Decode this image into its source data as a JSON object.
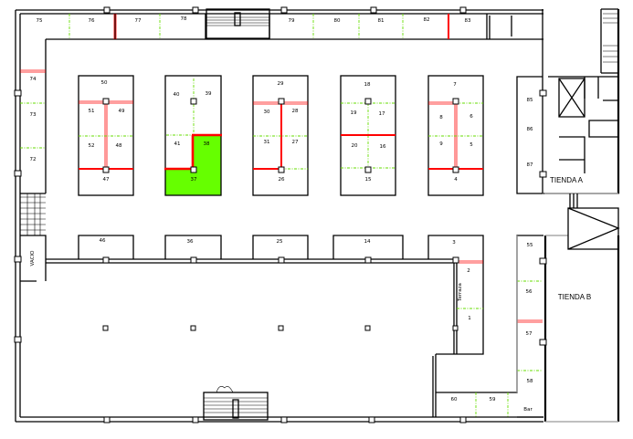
{
  "units": {
    "u75": "75",
    "u76": "76",
    "u77": "77",
    "u78": "78",
    "u79": "79",
    "u80": "80",
    "u81": "81",
    "u82": "82",
    "u83": "83",
    "u74": "74",
    "u73": "73",
    "u72": "72",
    "u50": "50",
    "u51": "51",
    "u49": "49",
    "u52": "52",
    "u48": "48",
    "u47": "47",
    "u40": "40",
    "u39": "39",
    "u41": "41",
    "u38": "38",
    "u37": "37",
    "u29": "29",
    "u30": "30",
    "u28": "28",
    "u31": "31",
    "u27": "27",
    "u26": "26",
    "u18": "18",
    "u19": "19",
    "u17": "17",
    "u20": "20",
    "u16": "16",
    "u15": "15",
    "u7": "7",
    "u8": "8",
    "u6": "6",
    "u9": "9",
    "u5": "5",
    "u4": "4",
    "u85": "85",
    "u86": "86",
    "u87": "87",
    "u46": "46",
    "u36": "36",
    "u25": "25",
    "u14": "14",
    "u3": "3",
    "u2": "2",
    "u1": "1",
    "u55": "55",
    "u56": "56",
    "u57": "57",
    "u58": "58",
    "u60": "60",
    "u59": "59"
  },
  "areas": {
    "tienda_a": "TIENDA A",
    "tienda_b": "TIENDA B",
    "terraza": "Terraza",
    "bar": "Bar",
    "vacio": "VACIO"
  },
  "colors": {
    "selected_unit": "#66ff00",
    "occupied_divider": "#ff0000",
    "open_divider": "#66dd00"
  },
  "selected_unit": "37"
}
